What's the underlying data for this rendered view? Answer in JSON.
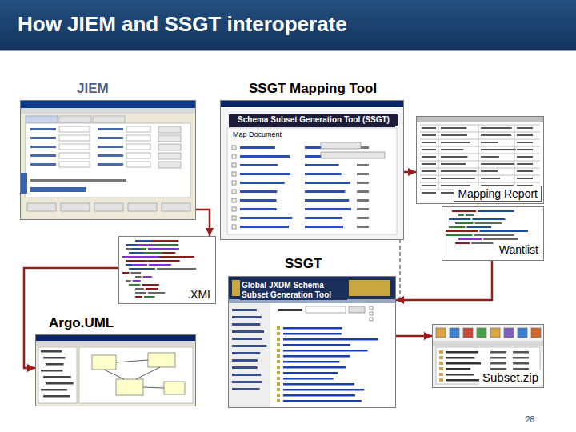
{
  "diagram": {
    "title": "How JIEM and SSGT interoperate",
    "nodes": [
      {
        "text": [
          "JIEM"
        ]
      },
      {
        "text": [
          "SSGT Mapping Tool"
        ]
      },
      {
        "text": [
          "Mapping Report"
        ]
      },
      {
        "text": [
          "Wantlist"
        ]
      },
      {
        "text": [
          ".XMI"
        ]
      },
      {
        "text": [
          "SSGT"
        ]
      },
      {
        "text": [
          "Argo.UML"
        ]
      },
      {
        "text": [
          "Subset.zip"
        ]
      }
    ],
    "edges": [
      {
        "from": 0,
        "to": 4,
        "arrow": "to"
      },
      {
        "from": 4,
        "to": 6,
        "arrow": "to"
      },
      {
        "from": 1,
        "to": 2,
        "arrow": "to"
      },
      {
        "from": 3,
        "to": 5,
        "arrow": "to"
      },
      {
        "from": 5,
        "to": 7,
        "arrow": "to"
      }
    ],
    "labels": [
      "Schema Subset Generation Tool (SSGT)",
      "Map Document",
      "Global JXDM Schema Subset Generation Tool",
      "28"
    ]
  }
}
